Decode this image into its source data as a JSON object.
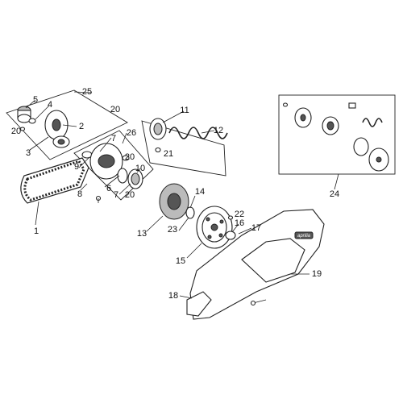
{
  "callouts": {
    "n1": "1",
    "n2": "2",
    "n3": "3",
    "n4": "4",
    "n5": "5",
    "n6": "6",
    "n7a": "7",
    "n7b": "7",
    "n8": "8",
    "n9": "9",
    "n10": "10",
    "n11": "11",
    "n12": "12",
    "n13": "13",
    "n14": "14",
    "n15": "15",
    "n16": "16",
    "n17": "17",
    "n18": "18",
    "n19": "19",
    "n20a": "20",
    "n20b": "20",
    "n20c": "20",
    "n20d": "20",
    "n21": "21",
    "n22": "22",
    "n23": "23",
    "n24": "24",
    "n25": "25",
    "n26": "26"
  },
  "cover_logo": "aprilia"
}
